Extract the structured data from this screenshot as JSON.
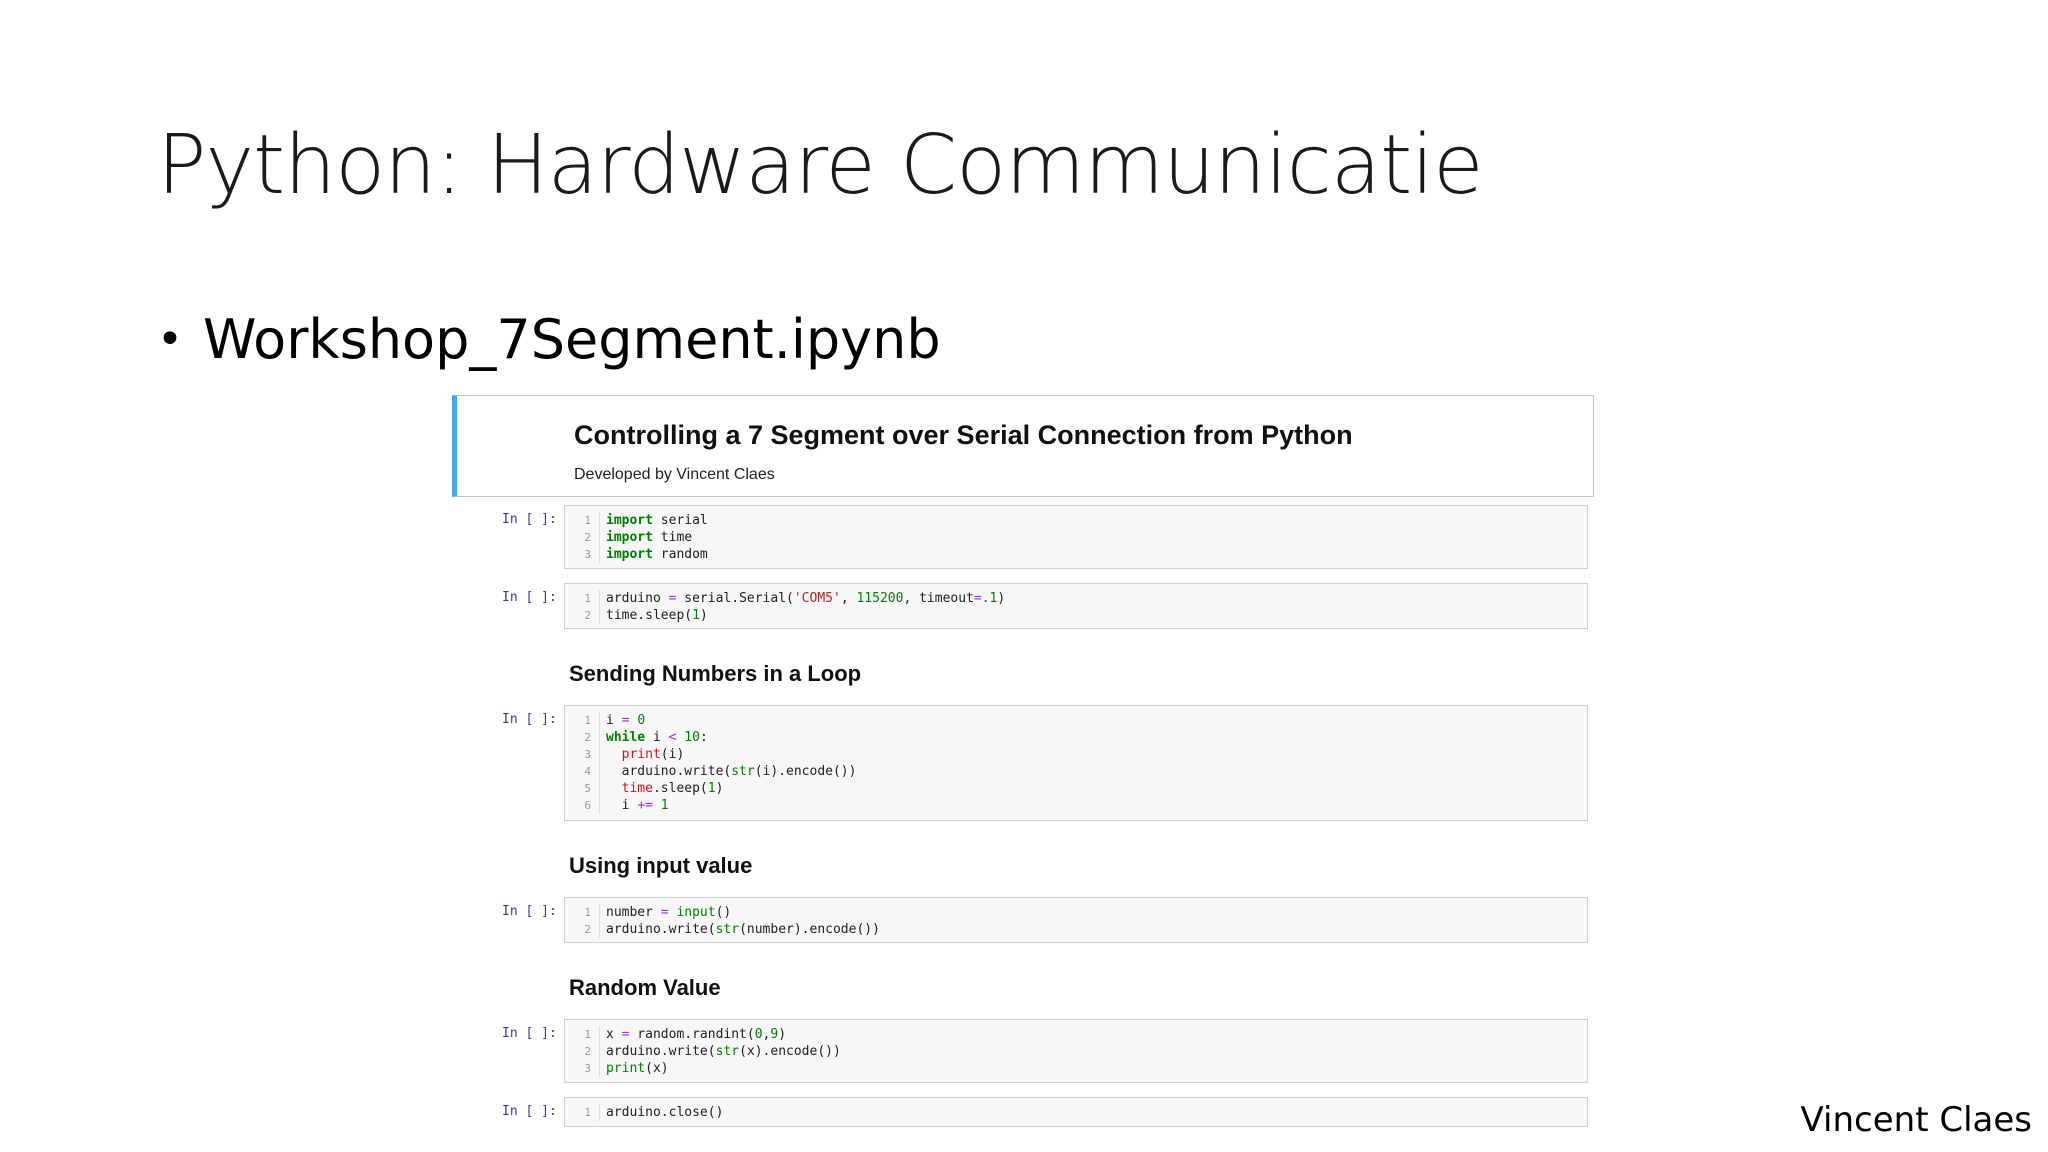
{
  "slide": {
    "title": "Python: Hardware Communicatie",
    "bullet": "Workshop_7Segment.ipynb",
    "author": "Vincent Claes"
  },
  "notebook": {
    "title": "Controlling a 7 Segment over Serial Connection from Python",
    "subtitle": "Developed by Vincent Claes",
    "prompt": "In [ ]:",
    "headings": {
      "sending": "Sending Numbers in a Loop",
      "input": "Using input value",
      "random": "Random Value"
    },
    "cells": [
      {
        "lines": [
          "import serial",
          "import time",
          "import random"
        ]
      },
      {
        "lines": [
          "arduino = serial.Serial('COM5', 115200, timeout=.1)",
          "time.sleep(1)"
        ]
      },
      {
        "lines": [
          "i = 0",
          "while i < 10:",
          "  print(i)",
          "  arduino.write(str(i).encode())",
          "  time.sleep(1)",
          "  i += 1"
        ]
      },
      {
        "lines": [
          "number = input()",
          "arduino.write(str(number).encode())"
        ]
      },
      {
        "lines": [
          "x = random.randint(0,9)",
          "arduino.write(str(x).encode())",
          "print(x)"
        ]
      },
      {
        "lines": [
          "arduino.close()"
        ]
      }
    ],
    "line_numbers": [
      "1",
      "2",
      "3",
      "4",
      "5",
      "6"
    ]
  },
  "colors": {
    "selected_cell_border": "#42a5f5",
    "prompt": "#303f9f",
    "keyword": "#008000",
    "string": "#ba2121"
  }
}
